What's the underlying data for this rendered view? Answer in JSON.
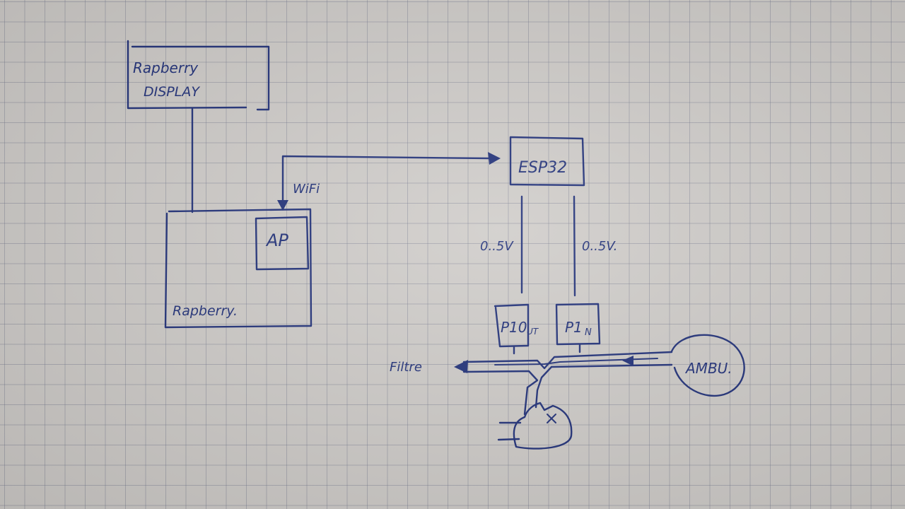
{
  "labels": {
    "rpi_display_line1": "Rapberry",
    "rpi_display_line2": "DISPLAY",
    "raspberry": "Rapberry.",
    "ap": "AP",
    "wifi": "WiFi",
    "esp32": "ESP32",
    "voltage_left": "0..5V",
    "voltage_right": "0..5V.",
    "p_out": "P10",
    "p_out_sub": "UT",
    "p_in": "P1",
    "p_in_sub": "N",
    "filtre": "Filtre",
    "ambu": "AMBU."
  },
  "colors": {
    "ink": "#1f2f78",
    "paper": "#cfccc9",
    "grid": "#6e7387"
  }
}
